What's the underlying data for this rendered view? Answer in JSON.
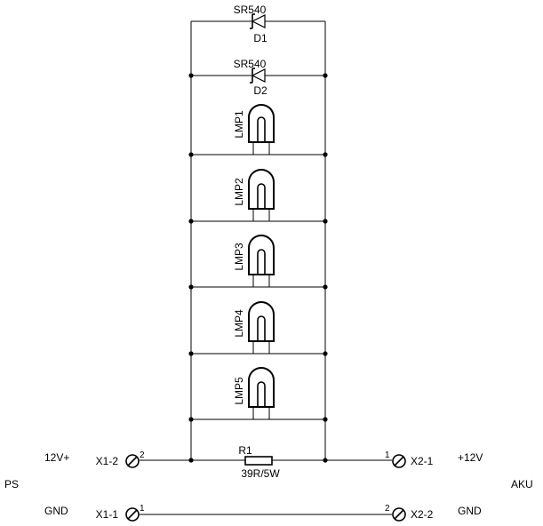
{
  "diodes": [
    {
      "ref": "D1",
      "value": "SR540"
    },
    {
      "ref": "D2",
      "value": "SR540"
    }
  ],
  "lamps": [
    "LMP1",
    "LMP2",
    "LMP3",
    "LMP4",
    "LMP5"
  ],
  "resistor": {
    "ref": "R1",
    "value": "39R/5W"
  },
  "terminals": {
    "x1_2": {
      "name": "X1-2",
      "pin": "2"
    },
    "x1_1": {
      "name": "X1-1",
      "pin": "1"
    },
    "x2_1": {
      "name": "X2-1",
      "pin": "1"
    },
    "x2_2": {
      "name": "X2-2",
      "pin": "2"
    }
  },
  "left": {
    "side": "PS",
    "positive": "12V+",
    "ground": "GND"
  },
  "right": {
    "side": "AKU",
    "positive": "+12V",
    "ground": "GND"
  }
}
